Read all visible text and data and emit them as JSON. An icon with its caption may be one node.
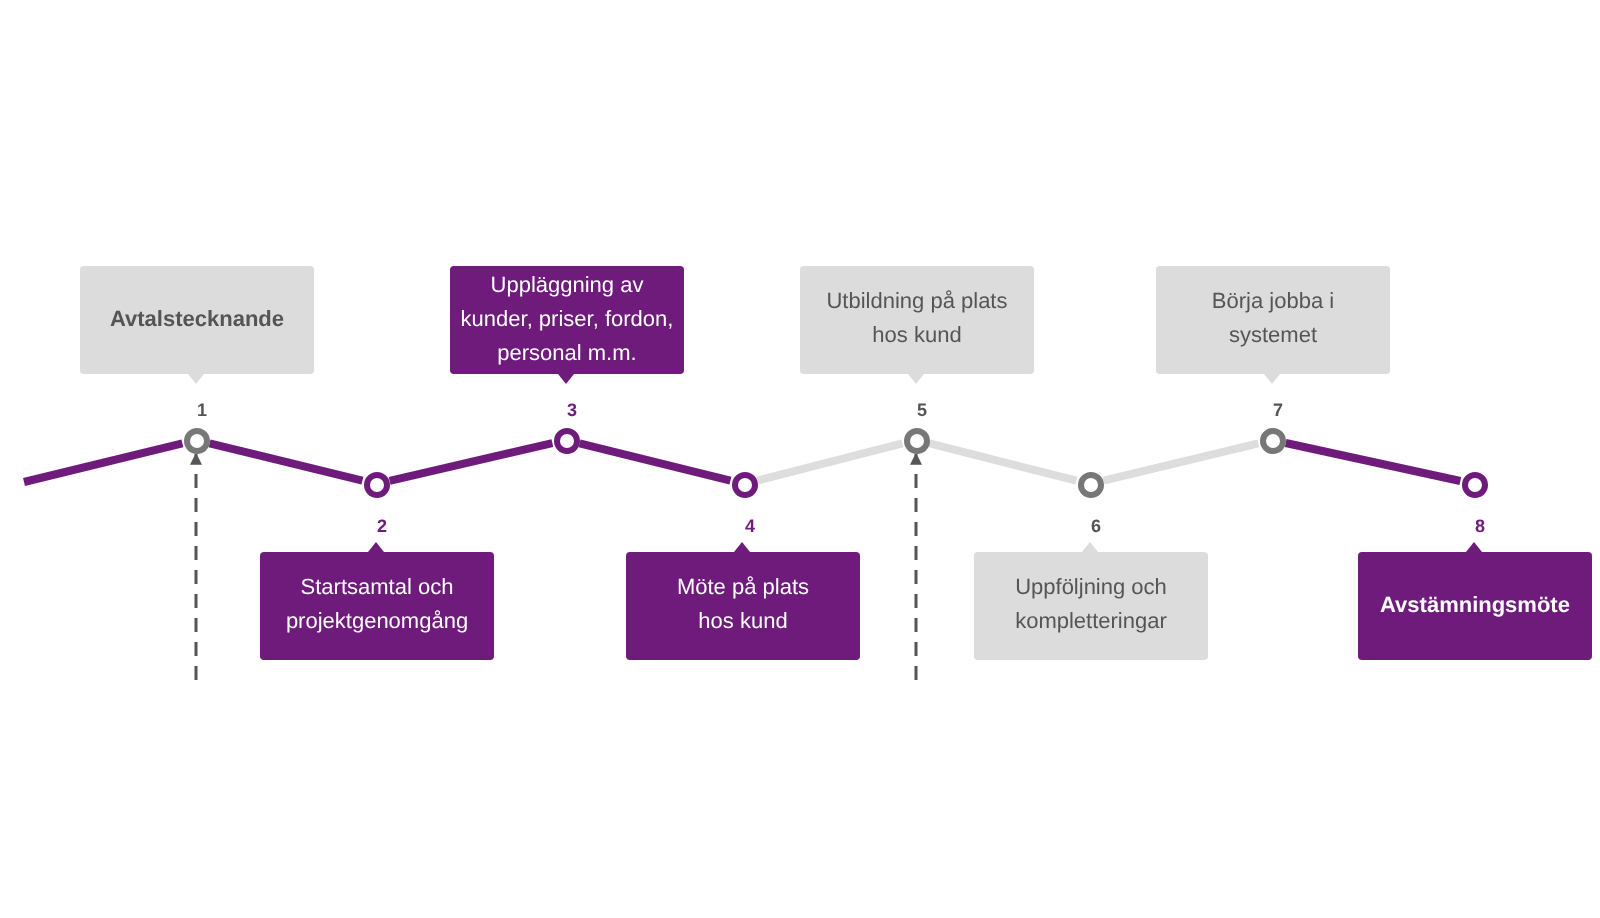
{
  "diagram": {
    "nodes": [
      {
        "text": [
          "Avtalstecknande"
        ]
      },
      {
        "text": [
          "Startsamtal och projektgenomgång"
        ]
      },
      {
        "text": [
          "Uppläggning av kunder, priser, fordon, personal m.m."
        ]
      },
      {
        "text": [
          "Möte på plats hos kund"
        ]
      },
      {
        "text": [
          "Utbildning på plats hos kund"
        ]
      },
      {
        "text": [
          "Uppföljning och kompletteringar"
        ]
      },
      {
        "text": [
          "Börja jobba i systemet"
        ]
      },
      {
        "text": [
          "Avstämningsmöte"
        ]
      },
      {
        "text": [],
        "shape": "circle",
        "beside": [
          "1"
        ]
      },
      {
        "text": [],
        "shape": "circle",
        "beside": [
          "2"
        ]
      },
      {
        "text": [],
        "shape": "circle",
        "beside": [
          "3"
        ]
      },
      {
        "text": [],
        "shape": "circle",
        "beside": [
          "4"
        ]
      },
      {
        "text": [],
        "shape": "circle",
        "beside": [
          "5"
        ]
      },
      {
        "text": [],
        "shape": "circle",
        "beside": [
          "6"
        ]
      },
      {
        "text": [],
        "shape": "circle",
        "beside": [
          "7"
        ]
      },
      {
        "text": [],
        "shape": "circle",
        "beside": [
          "8"
        ]
      }
    ],
    "edges": [
      {
        "from": null,
        "to": 8,
        "arrow": "none"
      },
      {
        "from": 8,
        "to": 9,
        "arrow": "none"
      },
      {
        "from": 9,
        "to": 10,
        "arrow": "none"
      },
      {
        "from": 10,
        "to": 11,
        "arrow": "none"
      },
      {
        "from": 11,
        "to": 12,
        "arrow": "none",
        "color": "#dddddd"
      },
      {
        "from": 12,
        "to": 13,
        "arrow": "none",
        "color": "#dddddd"
      },
      {
        "from": 13,
        "to": 14,
        "arrow": "none",
        "color": "#dddddd"
      },
      {
        "from": 14,
        "to": 15,
        "arrow": "none"
      },
      {
        "from": null,
        "to": 8,
        "arrow": "to",
        "style": "dashed",
        "color": "#555555"
      },
      {
        "from": null,
        "to": 12,
        "arrow": "to",
        "style": "dashed",
        "color": "#555555"
      }
    ]
  }
}
